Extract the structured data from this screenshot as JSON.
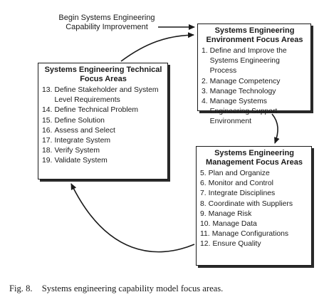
{
  "begin_label": {
    "line1": "Begin Systems Engineering",
    "line2": "Capability Improvement"
  },
  "environment": {
    "title_line1": "Systems Engineering",
    "title_line2": "Environment Focus Areas",
    "items": [
      {
        "num": "1.",
        "text": "Define and Improve the Systems Engineering Process"
      },
      {
        "num": "2.",
        "text": "Manage Competency"
      },
      {
        "num": "3.",
        "text": "Manage Technology"
      },
      {
        "num": "4.",
        "text": "Manage Systems Engineering Support Environment"
      }
    ]
  },
  "technical": {
    "title_line1": "Systems Engineering Technical",
    "title_line2": "Focus Areas",
    "items": [
      {
        "num": "13.",
        "text": "Define Stakeholder and System Level Requirements"
      },
      {
        "num": "14.",
        "text": "Define Technical Problem"
      },
      {
        "num": "15.",
        "text": "Define Solution"
      },
      {
        "num": "16.",
        "text": "Assess and Select"
      },
      {
        "num": "17.",
        "text": "Integrate System"
      },
      {
        "num": "18.",
        "text": "Verify System"
      },
      {
        "num": "19.",
        "text": "Validate System"
      }
    ]
  },
  "management": {
    "title_line1": "Systems Engineering",
    "title_line2": "Management Focus Areas",
    "items": [
      {
        "num": "5.",
        "text": "Plan and Organize"
      },
      {
        "num": "6.",
        "text": "Monitor and Control"
      },
      {
        "num": "7.",
        "text": "Integrate Disciplines"
      },
      {
        "num": "8.",
        "text": "Coordinate with Suppliers"
      },
      {
        "num": "9.",
        "text": "Manage Risk"
      },
      {
        "num": "10.",
        "text": "Manage Data"
      },
      {
        "num": "11.",
        "text": "Manage Configurations"
      },
      {
        "num": "12.",
        "text": "Ensure Quality"
      }
    ]
  },
  "caption": {
    "label": "Fig. 8.",
    "text": "Systems engineering capability model focus areas."
  }
}
